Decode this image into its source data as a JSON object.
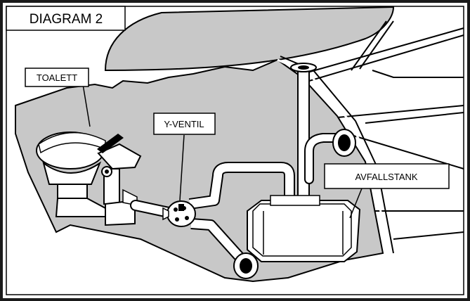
{
  "title": "DIAGRAM 2",
  "labels": {
    "toilet": "TOALETT",
    "y_valve": "Y-VENTIL",
    "waste_tank": "AVFALLSTANK"
  },
  "colors": {
    "hull_fill": "#c8c8c8",
    "outline": "#000000",
    "part_fill": "#ffffff",
    "border": "#1a1a1a"
  }
}
